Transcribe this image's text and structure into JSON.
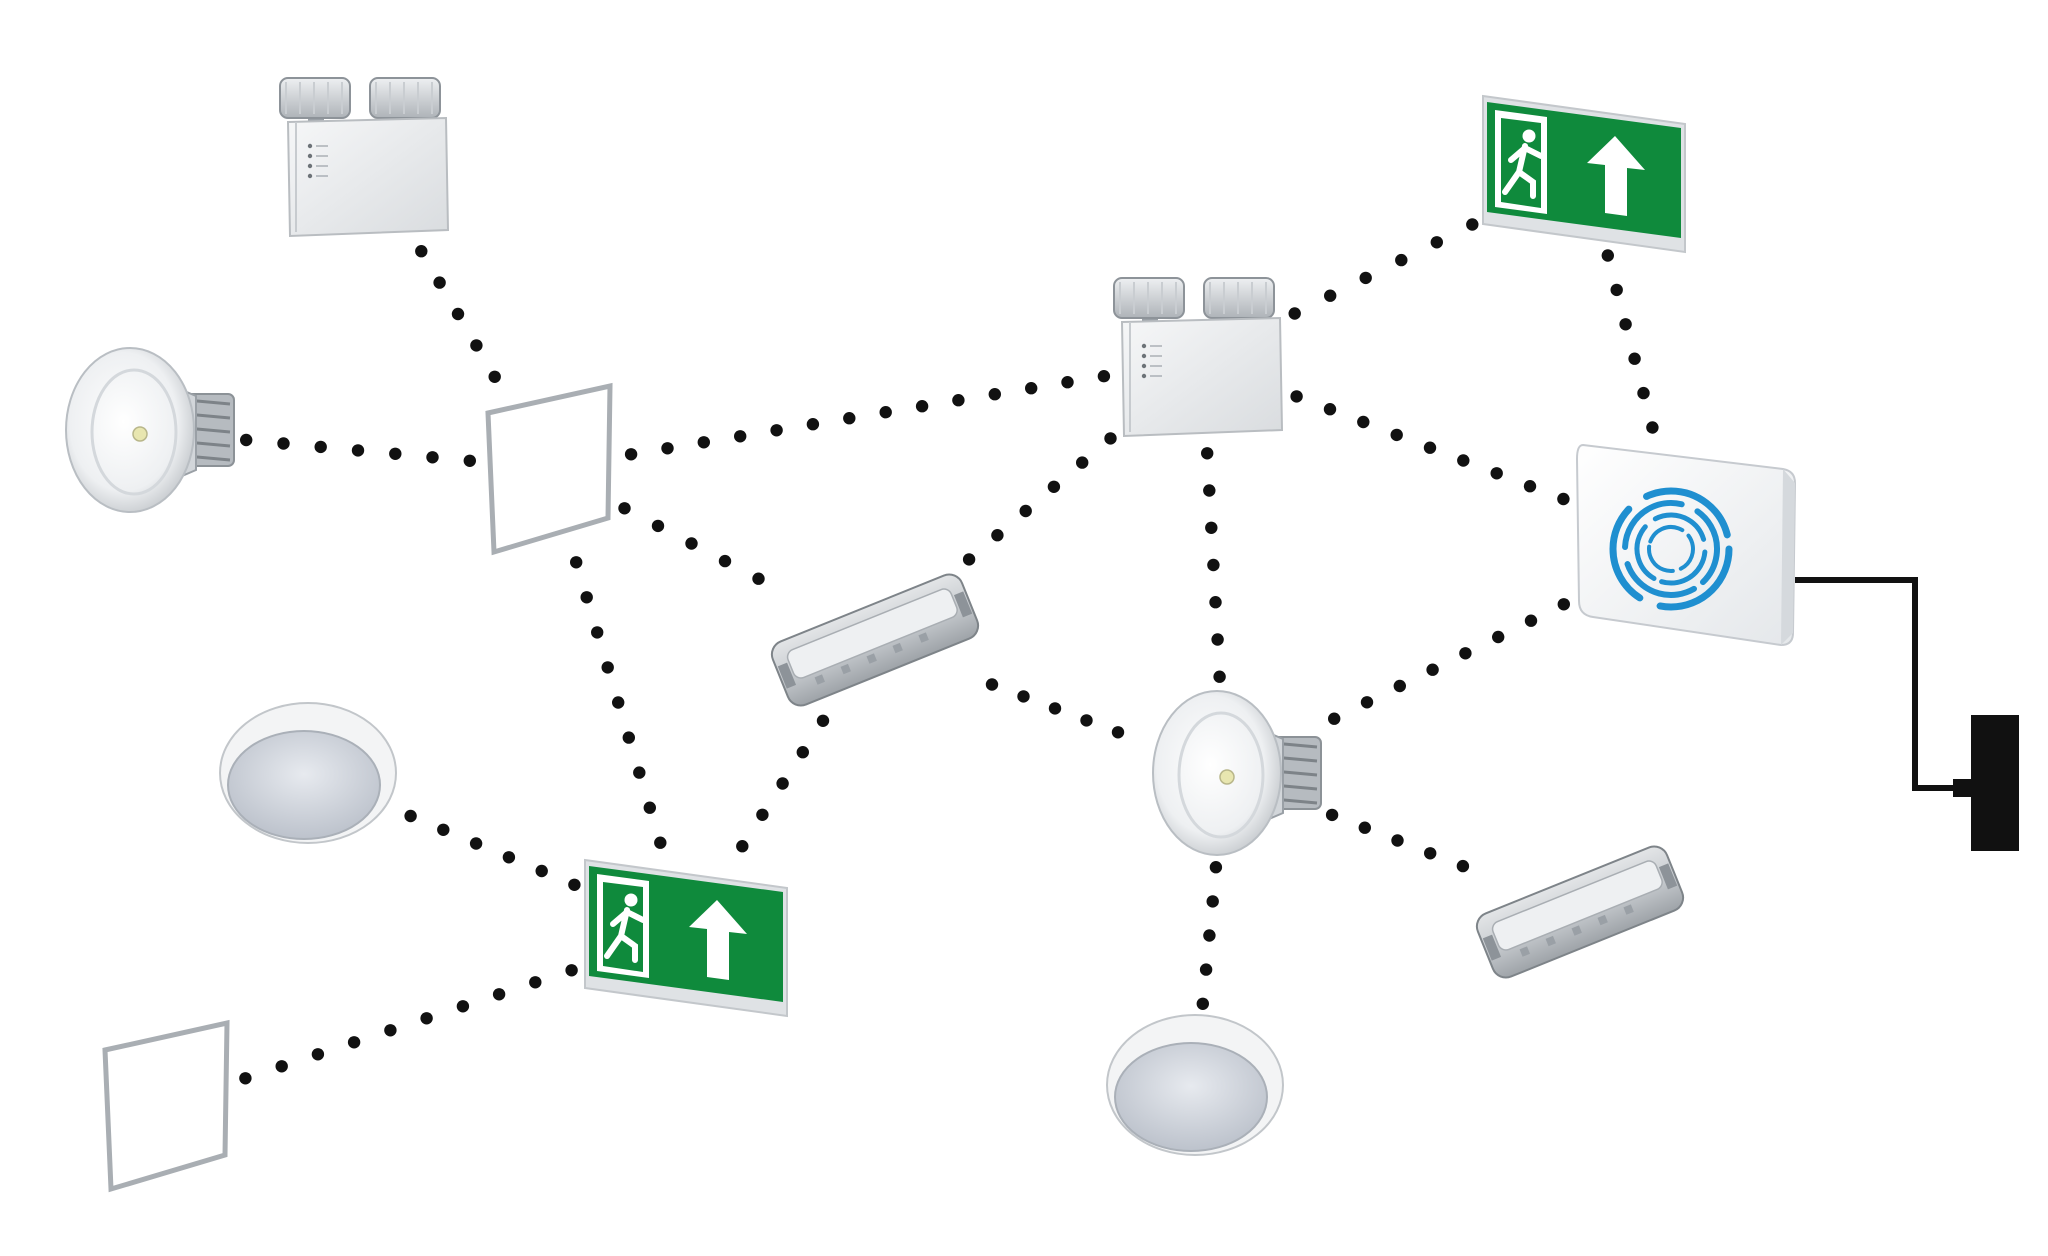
{
  "diagram": {
    "type": "mesh-network",
    "colors": {
      "background": "#ffffff",
      "link_dots": "#111111",
      "cable": "#111111",
      "device_body": "#eceeef",
      "device_edge": "#b9bdc1",
      "sign_green": "#0f8a3c",
      "sign_white": "#ffffff",
      "hub_ring": "#1f8fd0",
      "diffuser": "#cfd4dc"
    },
    "nodes": [
      {
        "id": "twinspot-1",
        "kind": "twin-spot",
        "icon": "twin-spot-emergency-light-icon"
      },
      {
        "id": "twinspot-2",
        "kind": "twin-spot",
        "icon": "twin-spot-emergency-light-icon"
      },
      {
        "id": "exit-sign-1",
        "kind": "exit-sign",
        "icon": "running-man-exit-sign-icon"
      },
      {
        "id": "exit-sign-2",
        "kind": "exit-sign",
        "icon": "running-man-exit-sign-icon"
      },
      {
        "id": "downlight-1",
        "kind": "downlight",
        "icon": "emergency-downlight-icon"
      },
      {
        "id": "downlight-2",
        "kind": "downlight",
        "icon": "emergency-downlight-icon"
      },
      {
        "id": "panel-1",
        "kind": "panel",
        "icon": "led-panel-icon"
      },
      {
        "id": "panel-2",
        "kind": "panel",
        "icon": "led-panel-icon"
      },
      {
        "id": "bulkhead-1",
        "kind": "bulkhead",
        "icon": "bulkhead-light-icon"
      },
      {
        "id": "bulkhead-2",
        "kind": "bulkhead",
        "icon": "bulkhead-light-icon"
      },
      {
        "id": "round-light-1",
        "kind": "round-bulkhead",
        "icon": "round-bulkhead-light-icon"
      },
      {
        "id": "round-light-2",
        "kind": "round-bulkhead",
        "icon": "round-bulkhead-light-icon"
      },
      {
        "id": "gateway-hub",
        "kind": "gateway",
        "icon": "wireless-gateway-icon"
      },
      {
        "id": "wall-socket",
        "kind": "wall-socket",
        "icon": "wall-socket-icon"
      }
    ],
    "links": [
      {
        "from": "twinspot-1",
        "to": "panel-1"
      },
      {
        "from": "downlight-1",
        "to": "panel-1"
      },
      {
        "from": "panel-1",
        "to": "twinspot-2"
      },
      {
        "from": "panel-1",
        "to": "bulkhead-1"
      },
      {
        "from": "panel-1",
        "to": "exit-sign-2"
      },
      {
        "from": "twinspot-2",
        "to": "exit-sign-1"
      },
      {
        "from": "twinspot-2",
        "to": "bulkhead-1"
      },
      {
        "from": "twinspot-2",
        "to": "gateway-hub"
      },
      {
        "from": "twinspot-2",
        "to": "downlight-2"
      },
      {
        "from": "exit-sign-1",
        "to": "gateway-hub"
      },
      {
        "from": "gateway-hub",
        "to": "downlight-2"
      },
      {
        "from": "bulkhead-1",
        "to": "downlight-2"
      },
      {
        "from": "bulkhead-1",
        "to": "exit-sign-2"
      },
      {
        "from": "downlight-2",
        "to": "bulkhead-2"
      },
      {
        "from": "downlight-2",
        "to": "round-light-2"
      },
      {
        "from": "round-light-1",
        "to": "exit-sign-2"
      },
      {
        "from": "exit-sign-2",
        "to": "panel-2"
      }
    ],
    "wired": [
      {
        "from": "gateway-hub",
        "to": "wall-socket"
      }
    ]
  }
}
